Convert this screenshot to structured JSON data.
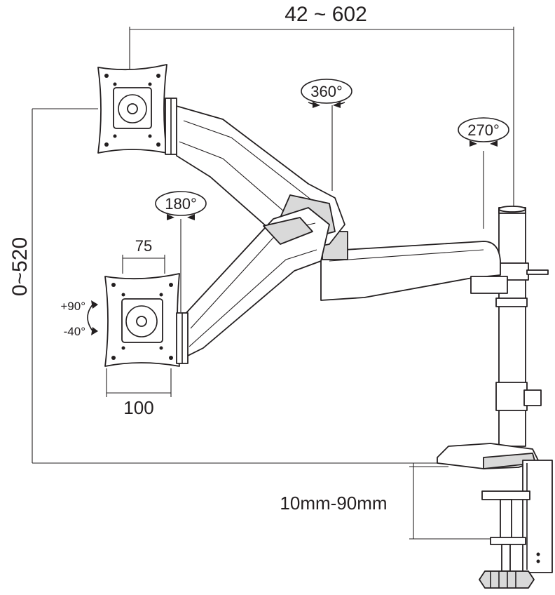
{
  "dimensions": {
    "reach": "42 ~ 602",
    "height": "0~520",
    "vesa_small": "75",
    "vesa_large": "100",
    "clamp": "10mm-90mm"
  },
  "rotations": {
    "arm": "360°",
    "pole": "270°",
    "monitor": "180°"
  },
  "tilt": {
    "up": "+90°",
    "down": "-40°"
  }
}
